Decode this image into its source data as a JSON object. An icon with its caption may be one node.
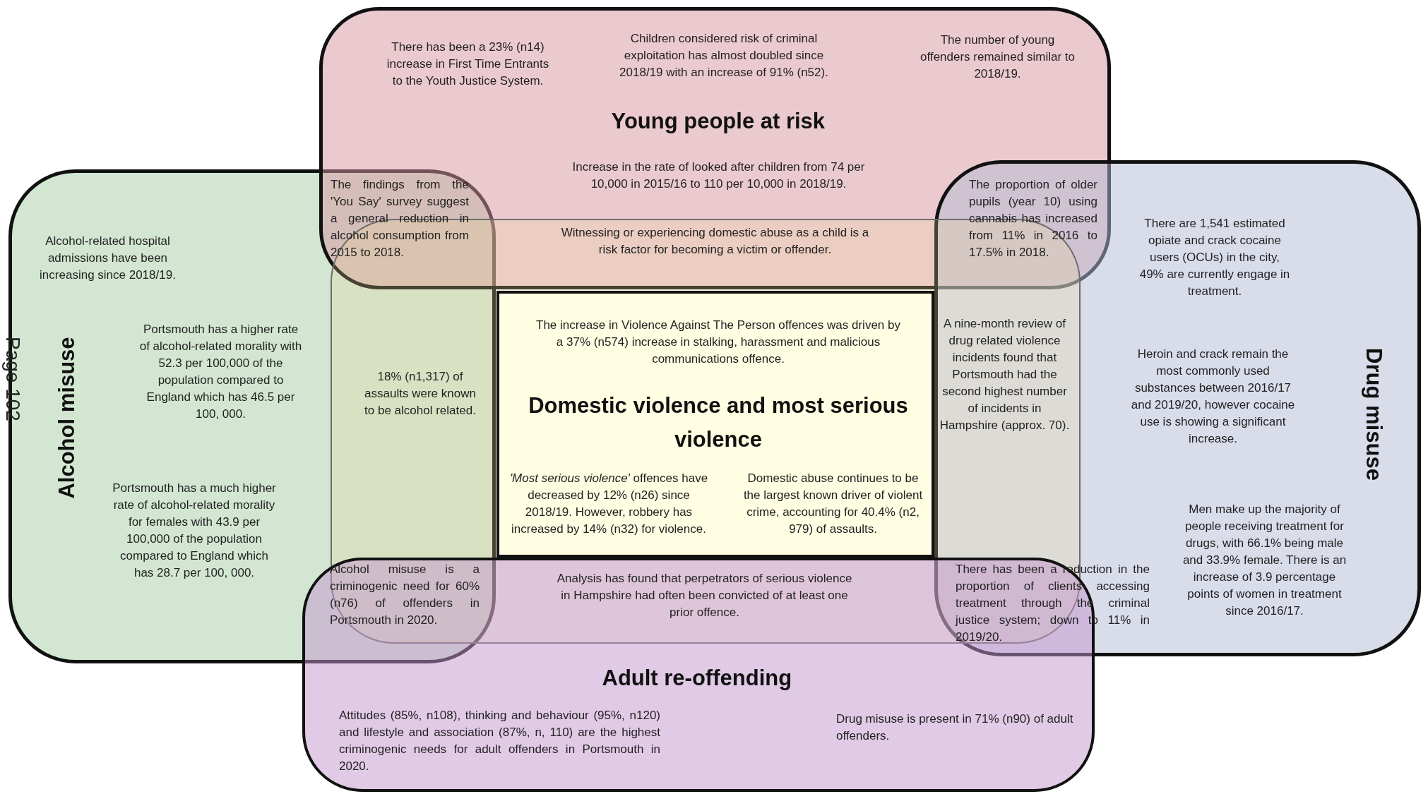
{
  "diagram": {
    "nodes": [
      {
        "text": [
          "There has been a 23% (n14) increase in First Time Entrants to the Youth Justice System.",
          "Children considered risk of criminal exploitation has almost doubled since 2018/19 with an increase of 91% (n52).",
          "The number of young offenders remained similar to 2018/19.",
          "Young people at risk",
          "Increase in the rate of looked after children from 74 per 10,000 in 2015/16 to 110 per 10,000 in 2018/19."
        ]
      },
      {
        "text": [
          "Alcohol-related hospital admissions have been increasing since 2018/19.",
          "Portsmouth has a higher rate of alcohol-related morality with 52.3 per 100,000 of the population compared to England which has 46.5 per 100, 000.",
          "Alcohol misuse",
          "Portsmouth has a much higher rate of alcohol-related morality for females with 43.9 per 100,000 of the population compared to England which has 28.7 per 100, 000."
        ]
      },
      {
        "text": [
          "The increase in Violence Against The Person offences was driven by a 37% (n574) increase in stalking, harassment and malicious communications offence.",
          "Domestic violence and most serious violence",
          "*'Most serious violence'* offences have decreased by 12% (n26) since 2018/19. However, robbery has increased by 14% (n32) for violence.",
          "Domestic abuse continues to be the largest known driver of violent crime, accounting for 40.4% (n2, 979) of assaults."
        ]
      },
      {
        "text": [
          "There are 1,541 estimated opiate and crack cocaine users (OCUs) in the city, 49% are currently engage in treatment.",
          "Heroin and crack remain the most commonly used substances between 2016/17 and 2019/20, however cocaine use is showing a significant increase.",
          "Drug misuse",
          "Men make up the majority of people receiving treatment for drugs, with 66.1% being male and 33.9% female. There is an increase of 3.9 percentage points of women in treatment since 2016/17."
        ]
      },
      {
        "text": [
          "Adult re-offending",
          "Attitudes (85%, n108), thinking and behaviour (95%, n120) and lifestyle and association (87%, n, 110) are the highest criminogenic needs for adult offenders in Portsmouth in 2020.",
          "Drug misuse is present in 71% (n90) of adult offenders."
        ]
      }
    ],
    "labels": [
      "The findings from the 'You Say' survey suggest a general reduction in alcohol consumption from 2015 to 2018.",
      "Witnessing or experiencing domestic abuse as a child is a risk factor for becoming a victim or offender.",
      "The proportion of older pupils (year 10) using cannabis has increased from 11% in 2016 to 17.5% in 2018.",
      "Page 102",
      "18% (n1,317) of assaults were known to be alcohol related.",
      "A nine-month review of drug related violence incidents found that Portsmouth had the second highest number of incidents in Hampshire (approx. 70).",
      "Alcohol misuse is a criminogenic need for 60% (n76) of offenders in Portsmouth in 2020.",
      "Analysis has found that perpetrators of serious violence in Hampshire had often been convicted of at least one prior offence.",
      "There has been a reduction in the proportion of clients accessing treatment through the criminal justice system; down to 11% in 2019/20."
    ]
  }
}
